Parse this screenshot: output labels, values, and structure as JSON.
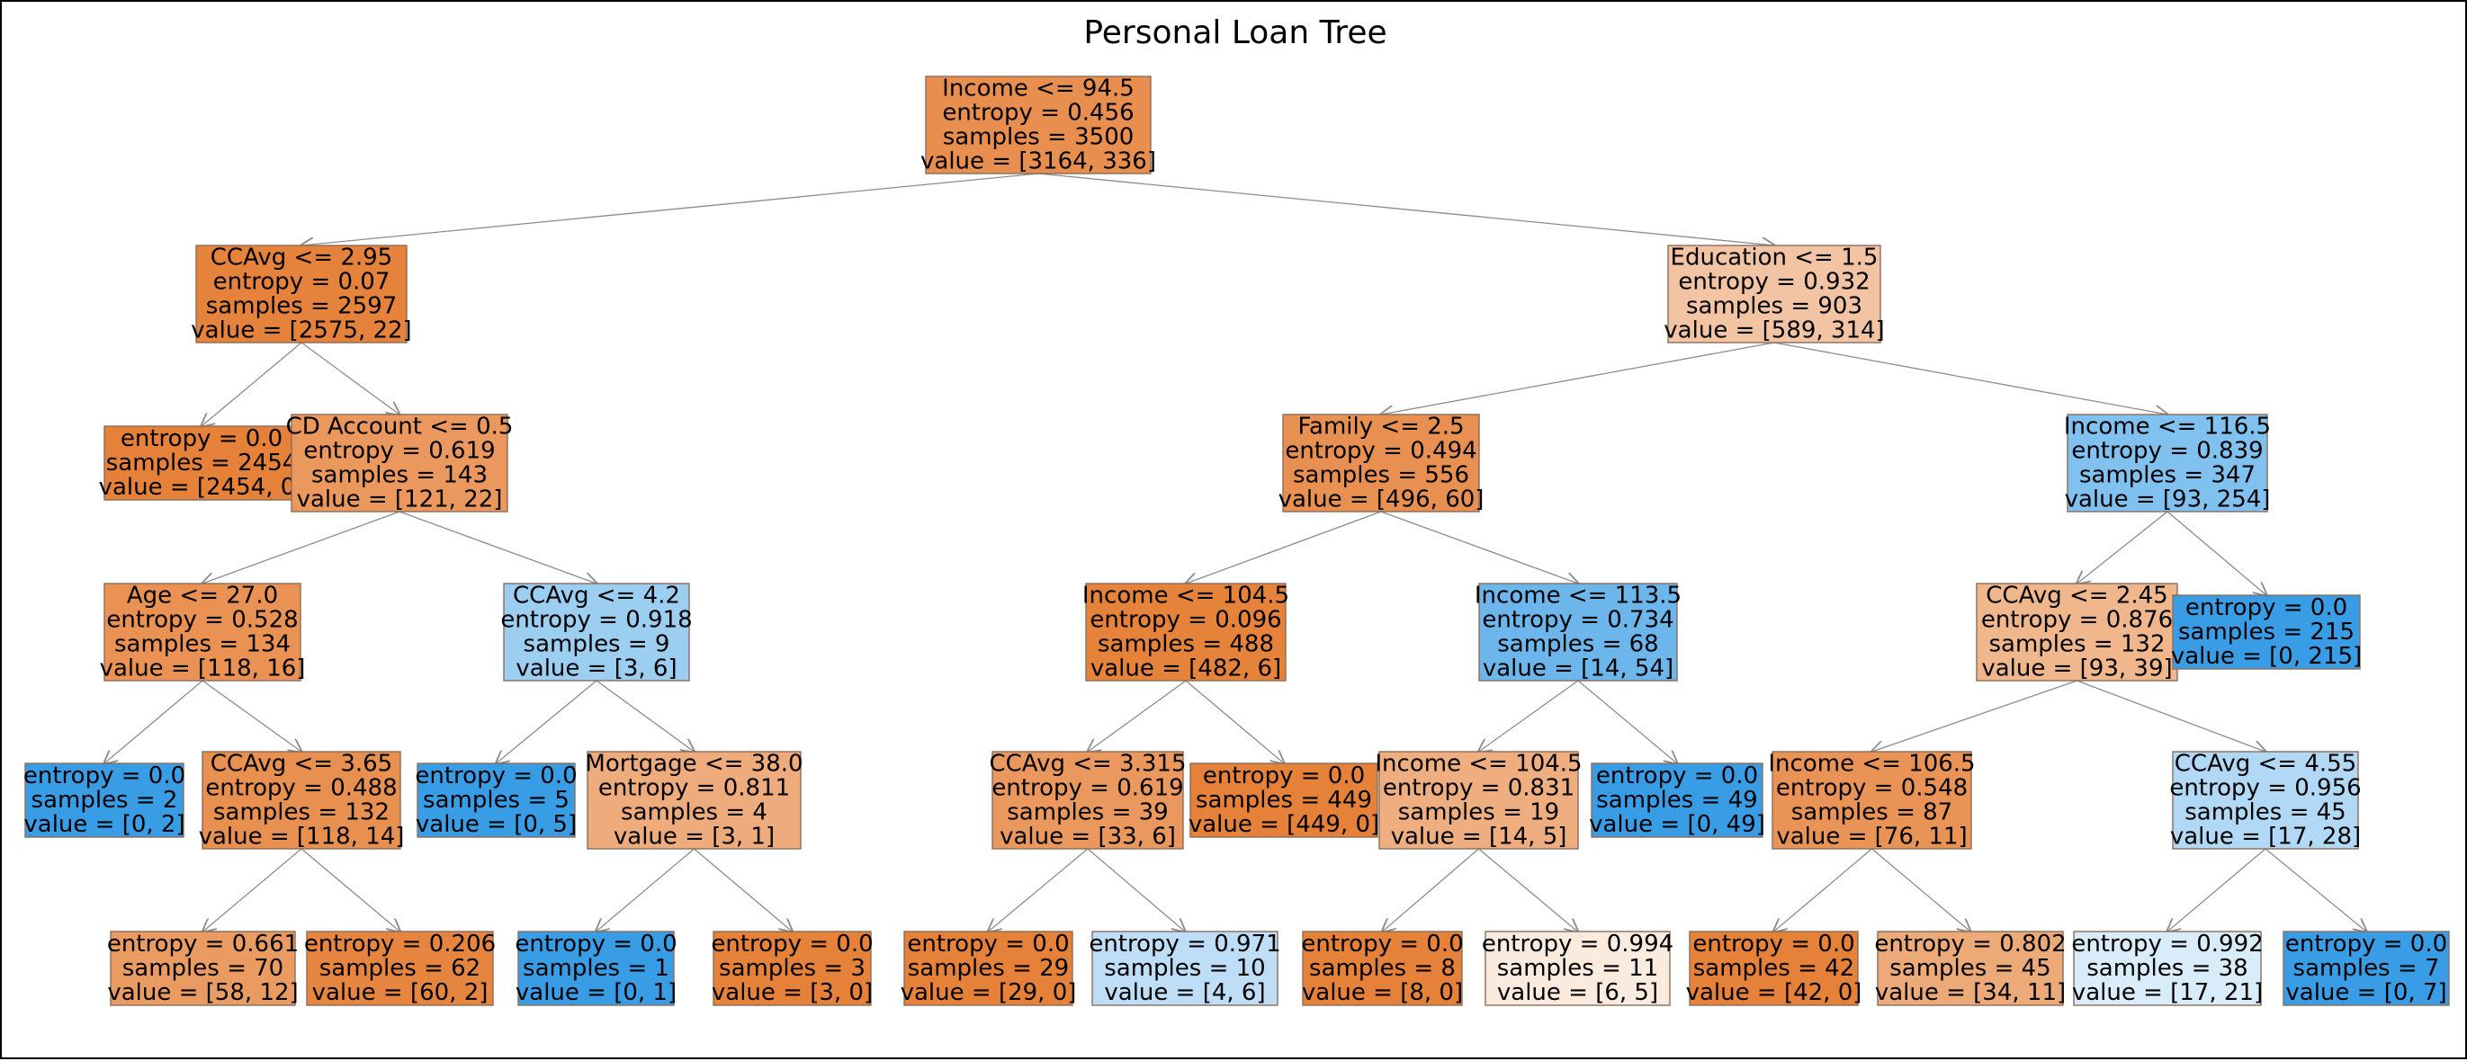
{
  "title": "Personal Loan Tree",
  "colors": {
    "class0": "#e58139",
    "class1": "#399de5",
    "edge": "#8c8c8c",
    "border": "#8a6d5a"
  },
  "tree": {
    "nodes": [
      {
        "id": 0,
        "lines": [
          "Income <= 94.5",
          "entropy = 0.456",
          "samples = 3500",
          "value = [3164, 336]"
        ],
        "value": [
          3164,
          336
        ]
      },
      {
        "id": 1,
        "lines": [
          "CCAvg <= 2.95",
          "entropy = 0.07",
          "samples = 2597",
          "value = [2575, 22]"
        ],
        "value": [
          2575,
          22
        ]
      },
      {
        "id": 2,
        "lines": [
          "entropy = 0.0",
          "samples = 2454",
          "value = [2454, 0]"
        ],
        "value": [
          2454,
          0
        ]
      },
      {
        "id": 3,
        "lines": [
          "CD Account <= 0.5",
          "entropy = 0.619",
          "samples = 143",
          "value = [121, 22]"
        ],
        "value": [
          121,
          22
        ]
      },
      {
        "id": 4,
        "lines": [
          "Age <= 27.0",
          "entropy = 0.528",
          "samples = 134",
          "value = [118, 16]"
        ],
        "value": [
          118,
          16
        ]
      },
      {
        "id": 5,
        "lines": [
          "entropy = 0.0",
          "samples = 2",
          "value = [0, 2]"
        ],
        "value": [
          0,
          2
        ]
      },
      {
        "id": 6,
        "lines": [
          "CCAvg <= 3.65",
          "entropy = 0.488",
          "samples = 132",
          "value = [118, 14]"
        ],
        "value": [
          118,
          14
        ]
      },
      {
        "id": 7,
        "lines": [
          "entropy = 0.661",
          "samples = 70",
          "value = [58, 12]"
        ],
        "value": [
          58,
          12
        ]
      },
      {
        "id": 8,
        "lines": [
          "entropy = 0.206",
          "samples = 62",
          "value = [60, 2]"
        ],
        "value": [
          60,
          2
        ]
      },
      {
        "id": 9,
        "lines": [
          "CCAvg <= 4.2",
          "entropy = 0.918",
          "samples = 9",
          "value = [3, 6]"
        ],
        "value": [
          3,
          6
        ]
      },
      {
        "id": 10,
        "lines": [
          "entropy = 0.0",
          "samples = 5",
          "value = [0, 5]"
        ],
        "value": [
          0,
          5
        ]
      },
      {
        "id": 11,
        "lines": [
          "Mortgage <= 38.0",
          "entropy = 0.811",
          "samples = 4",
          "value = [3, 1]"
        ],
        "value": [
          3,
          1
        ]
      },
      {
        "id": 12,
        "lines": [
          "entropy = 0.0",
          "samples = 1",
          "value = [0, 1]"
        ],
        "value": [
          0,
          1
        ]
      },
      {
        "id": 13,
        "lines": [
          "entropy = 0.0",
          "samples = 3",
          "value = [3, 0]"
        ],
        "value": [
          3,
          0
        ]
      },
      {
        "id": 14,
        "lines": [
          "Education <= 1.5",
          "entropy = 0.932",
          "samples = 903",
          "value = [589, 314]"
        ],
        "value": [
          589,
          314
        ]
      },
      {
        "id": 15,
        "lines": [
          "Family <= 2.5",
          "entropy = 0.494",
          "samples = 556",
          "value = [496, 60]"
        ],
        "value": [
          496,
          60
        ]
      },
      {
        "id": 16,
        "lines": [
          "Income <= 104.5",
          "entropy = 0.096",
          "samples = 488",
          "value = [482, 6]"
        ],
        "value": [
          482,
          6
        ]
      },
      {
        "id": 17,
        "lines": [
          "CCAvg <= 3.315",
          "entropy = 0.619",
          "samples = 39",
          "value = [33, 6]"
        ],
        "value": [
          33,
          6
        ]
      },
      {
        "id": 18,
        "lines": [
          "entropy = 0.0",
          "samples = 29",
          "value = [29, 0]"
        ],
        "value": [
          29,
          0
        ]
      },
      {
        "id": 19,
        "lines": [
          "entropy = 0.971",
          "samples = 10",
          "value = [4, 6]"
        ],
        "value": [
          4,
          6
        ]
      },
      {
        "id": 20,
        "lines": [
          "entropy = 0.0",
          "samples = 449",
          "value = [449, 0]"
        ],
        "value": [
          449,
          0
        ]
      },
      {
        "id": 21,
        "lines": [
          "Income <= 113.5",
          "entropy = 0.734",
          "samples = 68",
          "value = [14, 54]"
        ],
        "value": [
          14,
          54
        ]
      },
      {
        "id": 22,
        "lines": [
          "Income <= 104.5",
          "entropy = 0.831",
          "samples = 19",
          "value = [14, 5]"
        ],
        "value": [
          14,
          5
        ]
      },
      {
        "id": 23,
        "lines": [
          "entropy = 0.0",
          "samples = 8",
          "value = [8, 0]"
        ],
        "value": [
          8,
          0
        ]
      },
      {
        "id": 24,
        "lines": [
          "entropy = 0.994",
          "samples = 11",
          "value = [6, 5]"
        ],
        "value": [
          6,
          5
        ]
      },
      {
        "id": 25,
        "lines": [
          "entropy = 0.0",
          "samples = 49",
          "value = [0, 49]"
        ],
        "value": [
          0,
          49
        ]
      },
      {
        "id": 26,
        "lines": [
          "Income <= 116.5",
          "entropy = 0.839",
          "samples = 347",
          "value = [93, 254]"
        ],
        "value": [
          93,
          254
        ]
      },
      {
        "id": 27,
        "lines": [
          "CCAvg <= 2.45",
          "entropy = 0.876",
          "samples = 132",
          "value = [93, 39]"
        ],
        "value": [
          93,
          39
        ]
      },
      {
        "id": 28,
        "lines": [
          "Income <= 106.5",
          "entropy = 0.548",
          "samples = 87",
          "value = [76, 11]"
        ],
        "value": [
          76,
          11
        ]
      },
      {
        "id": 29,
        "lines": [
          "entropy = 0.0",
          "samples = 42",
          "value = [42, 0]"
        ],
        "value": [
          42,
          0
        ]
      },
      {
        "id": 30,
        "lines": [
          "entropy = 0.802",
          "samples = 45",
          "value = [34, 11]"
        ],
        "value": [
          34,
          11
        ]
      },
      {
        "id": 31,
        "lines": [
          "CCAvg <= 4.55",
          "entropy = 0.956",
          "samples = 45",
          "value = [17, 28]"
        ],
        "value": [
          17,
          28
        ]
      },
      {
        "id": 32,
        "lines": [
          "entropy = 0.992",
          "samples = 38",
          "value = [17, 21]"
        ],
        "value": [
          17,
          21
        ]
      },
      {
        "id": 33,
        "lines": [
          "entropy = 0.0",
          "samples = 7",
          "value = [0, 7]"
        ],
        "value": [
          0,
          7
        ]
      },
      {
        "id": 34,
        "lines": [
          "entropy = 0.0",
          "samples = 215",
          "value = [0, 215]"
        ],
        "value": [
          0,
          215
        ]
      }
    ],
    "edges": [
      [
        0,
        1
      ],
      [
        0,
        14
      ],
      [
        1,
        2
      ],
      [
        1,
        3
      ],
      [
        3,
        4
      ],
      [
        3,
        9
      ],
      [
        4,
        5
      ],
      [
        4,
        6
      ],
      [
        6,
        7
      ],
      [
        6,
        8
      ],
      [
        9,
        10
      ],
      [
        9,
        11
      ],
      [
        11,
        12
      ],
      [
        11,
        13
      ],
      [
        14,
        15
      ],
      [
        14,
        26
      ],
      [
        15,
        16
      ],
      [
        15,
        21
      ],
      [
        16,
        17
      ],
      [
        16,
        20
      ],
      [
        17,
        18
      ],
      [
        17,
        19
      ],
      [
        21,
        22
      ],
      [
        21,
        25
      ],
      [
        22,
        23
      ],
      [
        22,
        24
      ],
      [
        26,
        27
      ],
      [
        26,
        34
      ],
      [
        27,
        28
      ],
      [
        27,
        31
      ],
      [
        28,
        29
      ],
      [
        28,
        30
      ],
      [
        31,
        32
      ],
      [
        31,
        33
      ]
    ]
  }
}
